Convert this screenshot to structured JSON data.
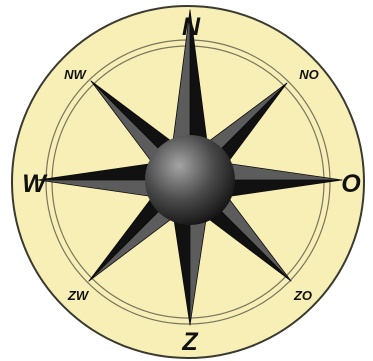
{
  "compass": {
    "labels": {
      "north": "N",
      "northeast": "NO",
      "east": "O",
      "southeast": "ZO",
      "south": "Z",
      "southwest": "ZW",
      "west": "W",
      "northwest": "NW"
    },
    "colors": {
      "dial_fill": "#f7efb6",
      "dial_stroke": "#3a3a30",
      "ring_stroke": "#7a7660",
      "point_dark": "#111111",
      "point_light": "#5c5c5c",
      "hub_light": "#9a9a9a",
      "hub_dark": "#1c1c1c"
    }
  }
}
